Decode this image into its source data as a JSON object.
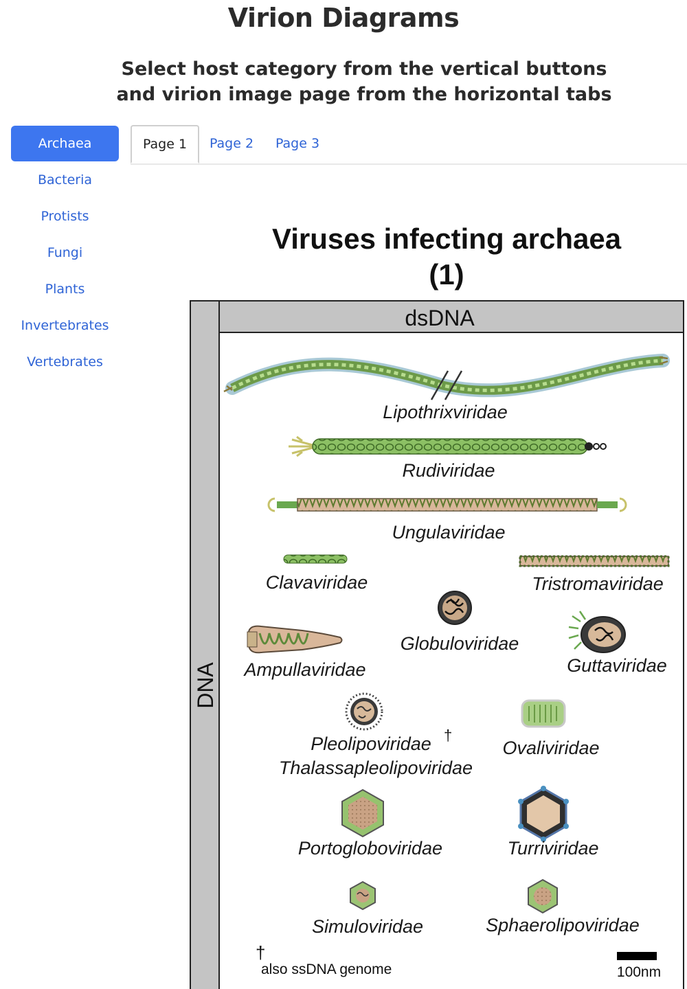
{
  "header": {
    "title": "Virion Diagrams",
    "instruction_line1": "Select host category from the vertical buttons",
    "instruction_line2": "and virion image page from the horizontal tabs"
  },
  "host_nav": {
    "items": [
      {
        "label": "Archaea",
        "active": true
      },
      {
        "label": "Bacteria",
        "active": false
      },
      {
        "label": "Protists",
        "active": false
      },
      {
        "label": "Fungi",
        "active": false
      },
      {
        "label": "Plants",
        "active": false
      },
      {
        "label": "Invertebrates",
        "active": false
      },
      {
        "label": "Vertebrates",
        "active": false
      }
    ]
  },
  "tabs": {
    "items": [
      {
        "label": "Page 1",
        "active": true
      },
      {
        "label": "Page 2",
        "active": false
      },
      {
        "label": "Page 3",
        "active": false
      }
    ]
  },
  "panel": {
    "title_line1": "Viruses infecting archaea",
    "title_line2": "(1)"
  },
  "figure": {
    "column_header": "dsDNA",
    "row_header": "DNA",
    "families": {
      "lipothrixviridae": "Lipothrixviridae",
      "rudiviridae": "Rudiviridae",
      "ungulaviridae": "Ungulaviridae",
      "clavaviridae": "Clavaviridae",
      "tristromaviridae": "Tristromaviridae",
      "globuloviridae": "Globuloviridae",
      "ampullaviridae": "Ampullaviridae",
      "guttaviridae": "Guttaviridae",
      "pleolipoviridae": "Pleolipoviridae",
      "pleolipoviridae_mark": "†",
      "thalassapleolipoviridae": "Thalassapleolipoviridae",
      "ovaliviridae": "Ovaliviridae",
      "portogloboviridae": "Portogloboviridae",
      "turriviridae": "Turriviridae",
      "simuloviridae": "Simuloviridae",
      "sphaerolipoviridae": "Sphaerolipoviridae"
    },
    "footnote_mark": "†",
    "footnote_text": "also ssDNA genome",
    "scale_label": "100nm"
  },
  "colors": {
    "accent": "#3d76ef",
    "link": "#2f64d6",
    "capsid_green": "#7fb356",
    "header_gray": "#c4c4c4",
    "interior_tan": "#d7b99a"
  }
}
